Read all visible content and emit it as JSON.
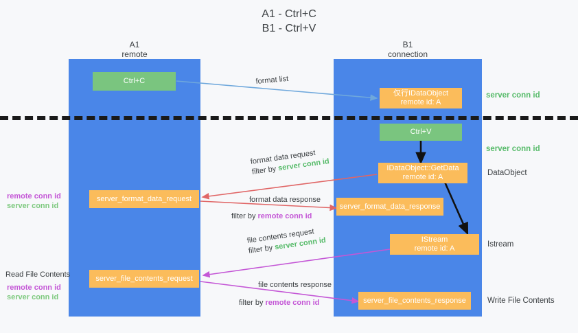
{
  "title": "A1 - Ctrl+C\nB1 - Ctrl+V",
  "colors": {
    "lane": "#4a86e8",
    "green_box": "#7ac57f",
    "orange_box": "#fbbc5b",
    "server_conn": "#57bb6a",
    "remote_conn": "#c457d6",
    "arrow_blue": "#6fa8dc",
    "arrow_red": "#e06666",
    "arrow_magenta": "#c457d6",
    "arrow_black": "#000000",
    "divider": "#1a1a1a",
    "background": "#f7f8fa"
  },
  "lanes": [
    {
      "id": "a1",
      "title": "A1",
      "subtitle": "remote"
    },
    {
      "id": "b1",
      "title": "B1",
      "subtitle": "connection"
    }
  ],
  "boxes": {
    "ctrl_c": {
      "line1": "Ctrl+C",
      "line2": ""
    },
    "idataobject": {
      "line1": "仅行IDataObject",
      "line2": "remote id: A"
    },
    "ctrl_v": {
      "line1": "Ctrl+V",
      "line2": ""
    },
    "getdata": {
      "line1": "IDataObject::GetData",
      "line2": "remote id: A"
    },
    "server_format_data_request": {
      "line1": "server_format_data_request",
      "line2": ""
    },
    "server_format_data_response": {
      "line1": "server_format_data_response",
      "line2": ""
    },
    "istream": {
      "line1": "IStream",
      "line2": "remote id: A"
    },
    "server_file_contents_request": {
      "line1": "server_file_contents_request",
      "line2": ""
    },
    "server_file_contents_response": {
      "line1": "server_file_contents_response",
      "line2": ""
    }
  },
  "annotations": {
    "format_list": "format list",
    "format_data_request": "format data request",
    "format_data_request_filter_prefix": "filter by ",
    "format_data_request_filter_value": "server conn id",
    "format_data_response": "format data response",
    "format_data_response_filter_prefix": "filter by ",
    "format_data_response_filter_value": "remote conn id",
    "file_contents_request": "file contents request",
    "file_contents_request_filter_prefix": "filter by ",
    "file_contents_request_filter_value": "server conn id",
    "file_contents_response": "file contents response",
    "file_contents_response_filter_prefix": "filter by ",
    "file_contents_response_filter_value": "remote conn id"
  },
  "right_labels": {
    "server_conn_id_top": "server conn id",
    "server_conn_id_mid": "server conn id",
    "dataobject": "DataObject",
    "istream": "Istream",
    "write_file_contents": "Write File Contents"
  },
  "left_labels": {
    "remote_conn_id_1": "remote conn id",
    "server_conn_id_1": "server conn id",
    "read_file_contents": "Read File Contents",
    "remote_conn_id_2": "remote conn id",
    "server_conn_id_2": "server conn id"
  }
}
